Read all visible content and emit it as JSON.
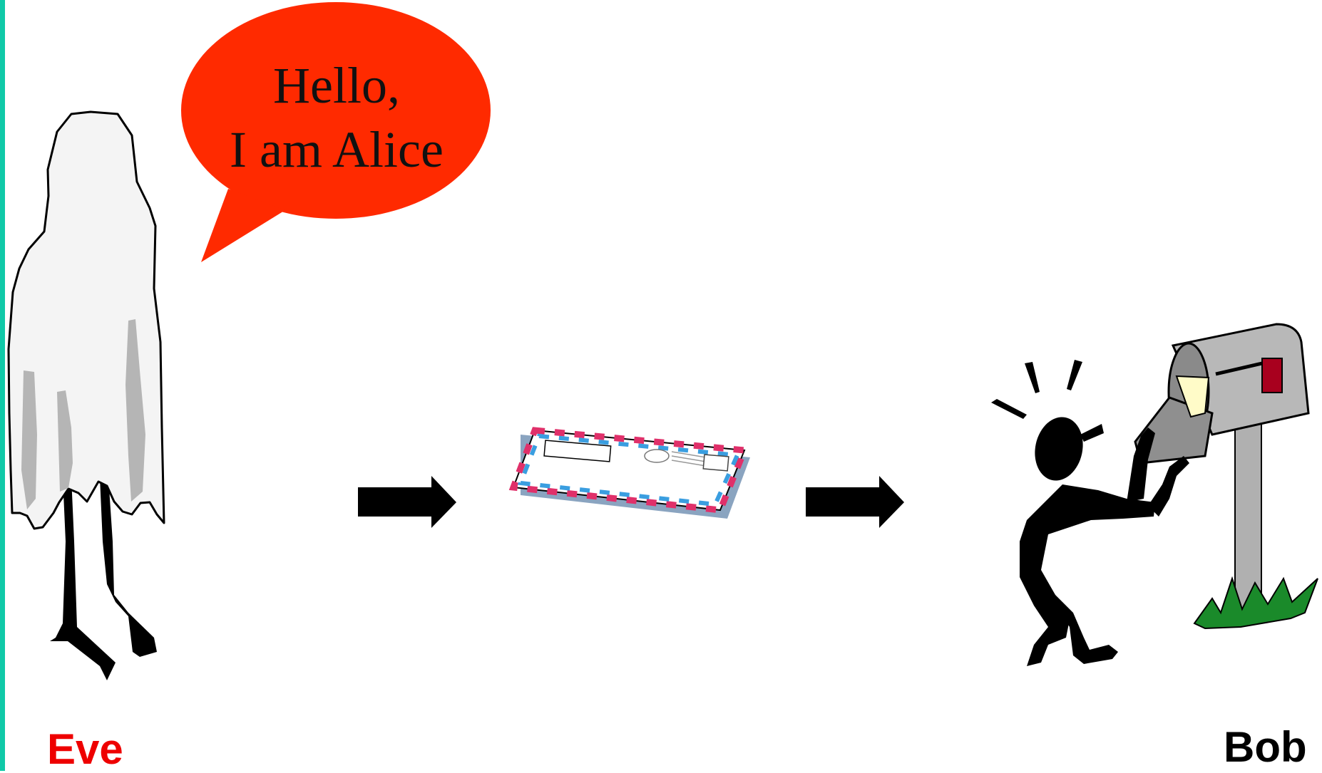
{
  "speech_bubble": {
    "line1": "Hello,",
    "line2": "I am Alice"
  },
  "labels": {
    "eve": "Eve",
    "bob": "Bob"
  },
  "colors": {
    "eve_label": "#ee0000",
    "bob_label": "#000000",
    "bubble_fill": "#ff2a00",
    "accent_rule": "#10c9a8",
    "mailbox_flag": "#a8001e",
    "grass": "#1a8a2a"
  },
  "icons": {
    "eve": "ghost-icon",
    "bob": "stick-figure-icon",
    "message": "envelope-icon",
    "mailbox": "mailbox-icon"
  }
}
